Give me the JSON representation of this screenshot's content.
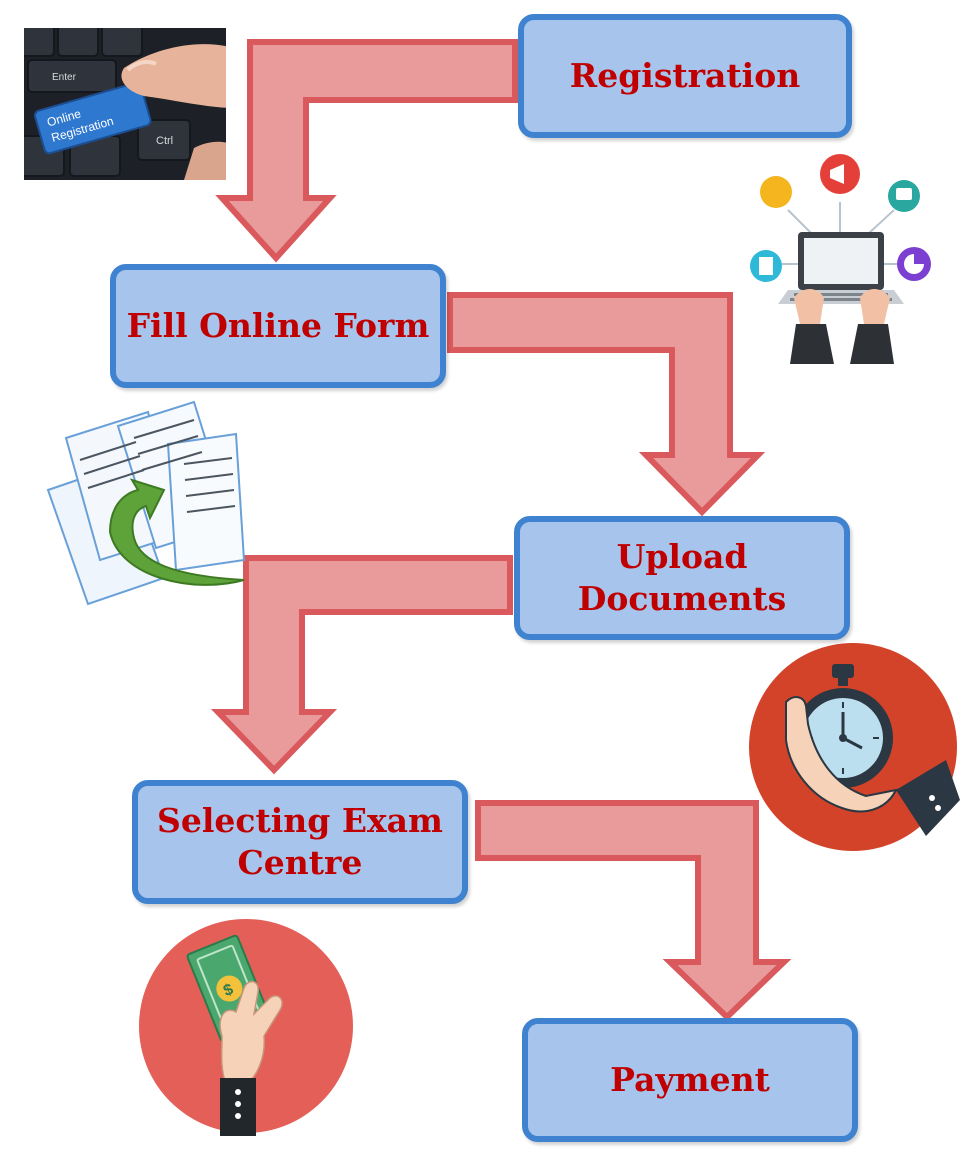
{
  "steps": [
    {
      "label": "Registration"
    },
    {
      "label": "Fill Online Form"
    },
    {
      "label": "Upload Documents"
    },
    {
      "label": "Selecting Exam Centre"
    },
    {
      "label": "Payment"
    }
  ],
  "photo": {
    "keyboard_lines": [
      "Online",
      "Registration"
    ],
    "keys": [
      "Enter",
      "Ctrl"
    ]
  },
  "colors": {
    "box_fill": "#a7c4ec",
    "box_border": "#3f83d0",
    "box_text": "#c00000",
    "arrow_fill": "#e99a9a",
    "arrow_stroke": "#d9595c"
  },
  "icons": [
    "online-registration-photo",
    "laptop-network-icon",
    "documents-upload-icon",
    "stopwatch-hand-icon",
    "cash-payment-hand-icon"
  ]
}
